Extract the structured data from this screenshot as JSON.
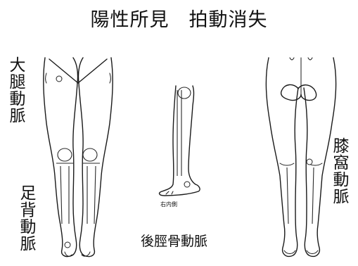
{
  "title": "陽性所見　拍動消失",
  "labels": {
    "femoral": "大腿動脈",
    "dorsalis_pedis": "足背動脈",
    "posterior_tibial": "後脛骨動脈",
    "popliteal": "膝窩動脈",
    "medial_side": "右内側"
  }
}
